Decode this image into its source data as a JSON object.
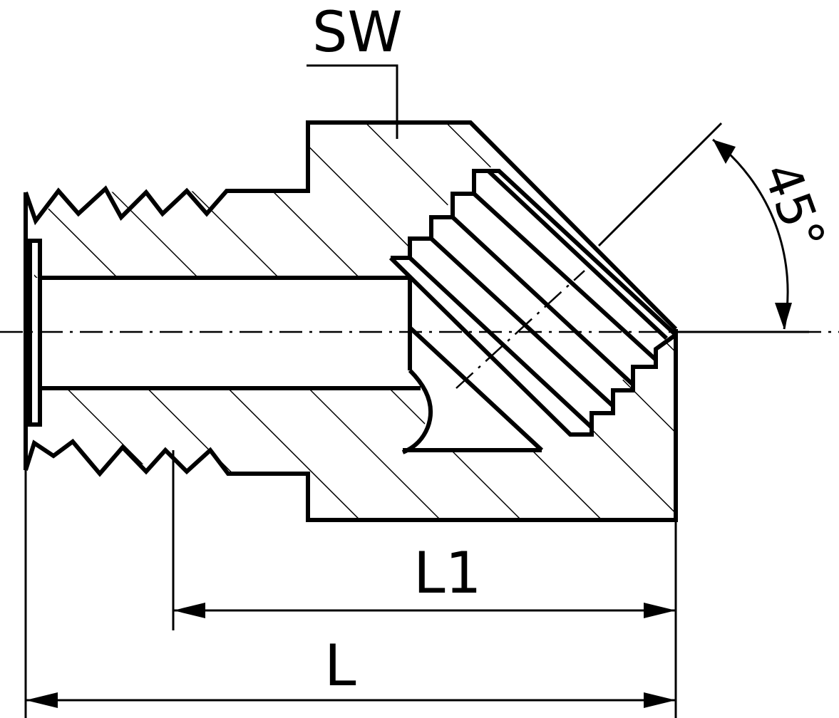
{
  "labels": {
    "wrench_size": "SW",
    "angle": "45°",
    "length_l1": "L1",
    "length_l": "L"
  },
  "colors": {
    "stroke": "#000000",
    "background": "#ffffff"
  }
}
